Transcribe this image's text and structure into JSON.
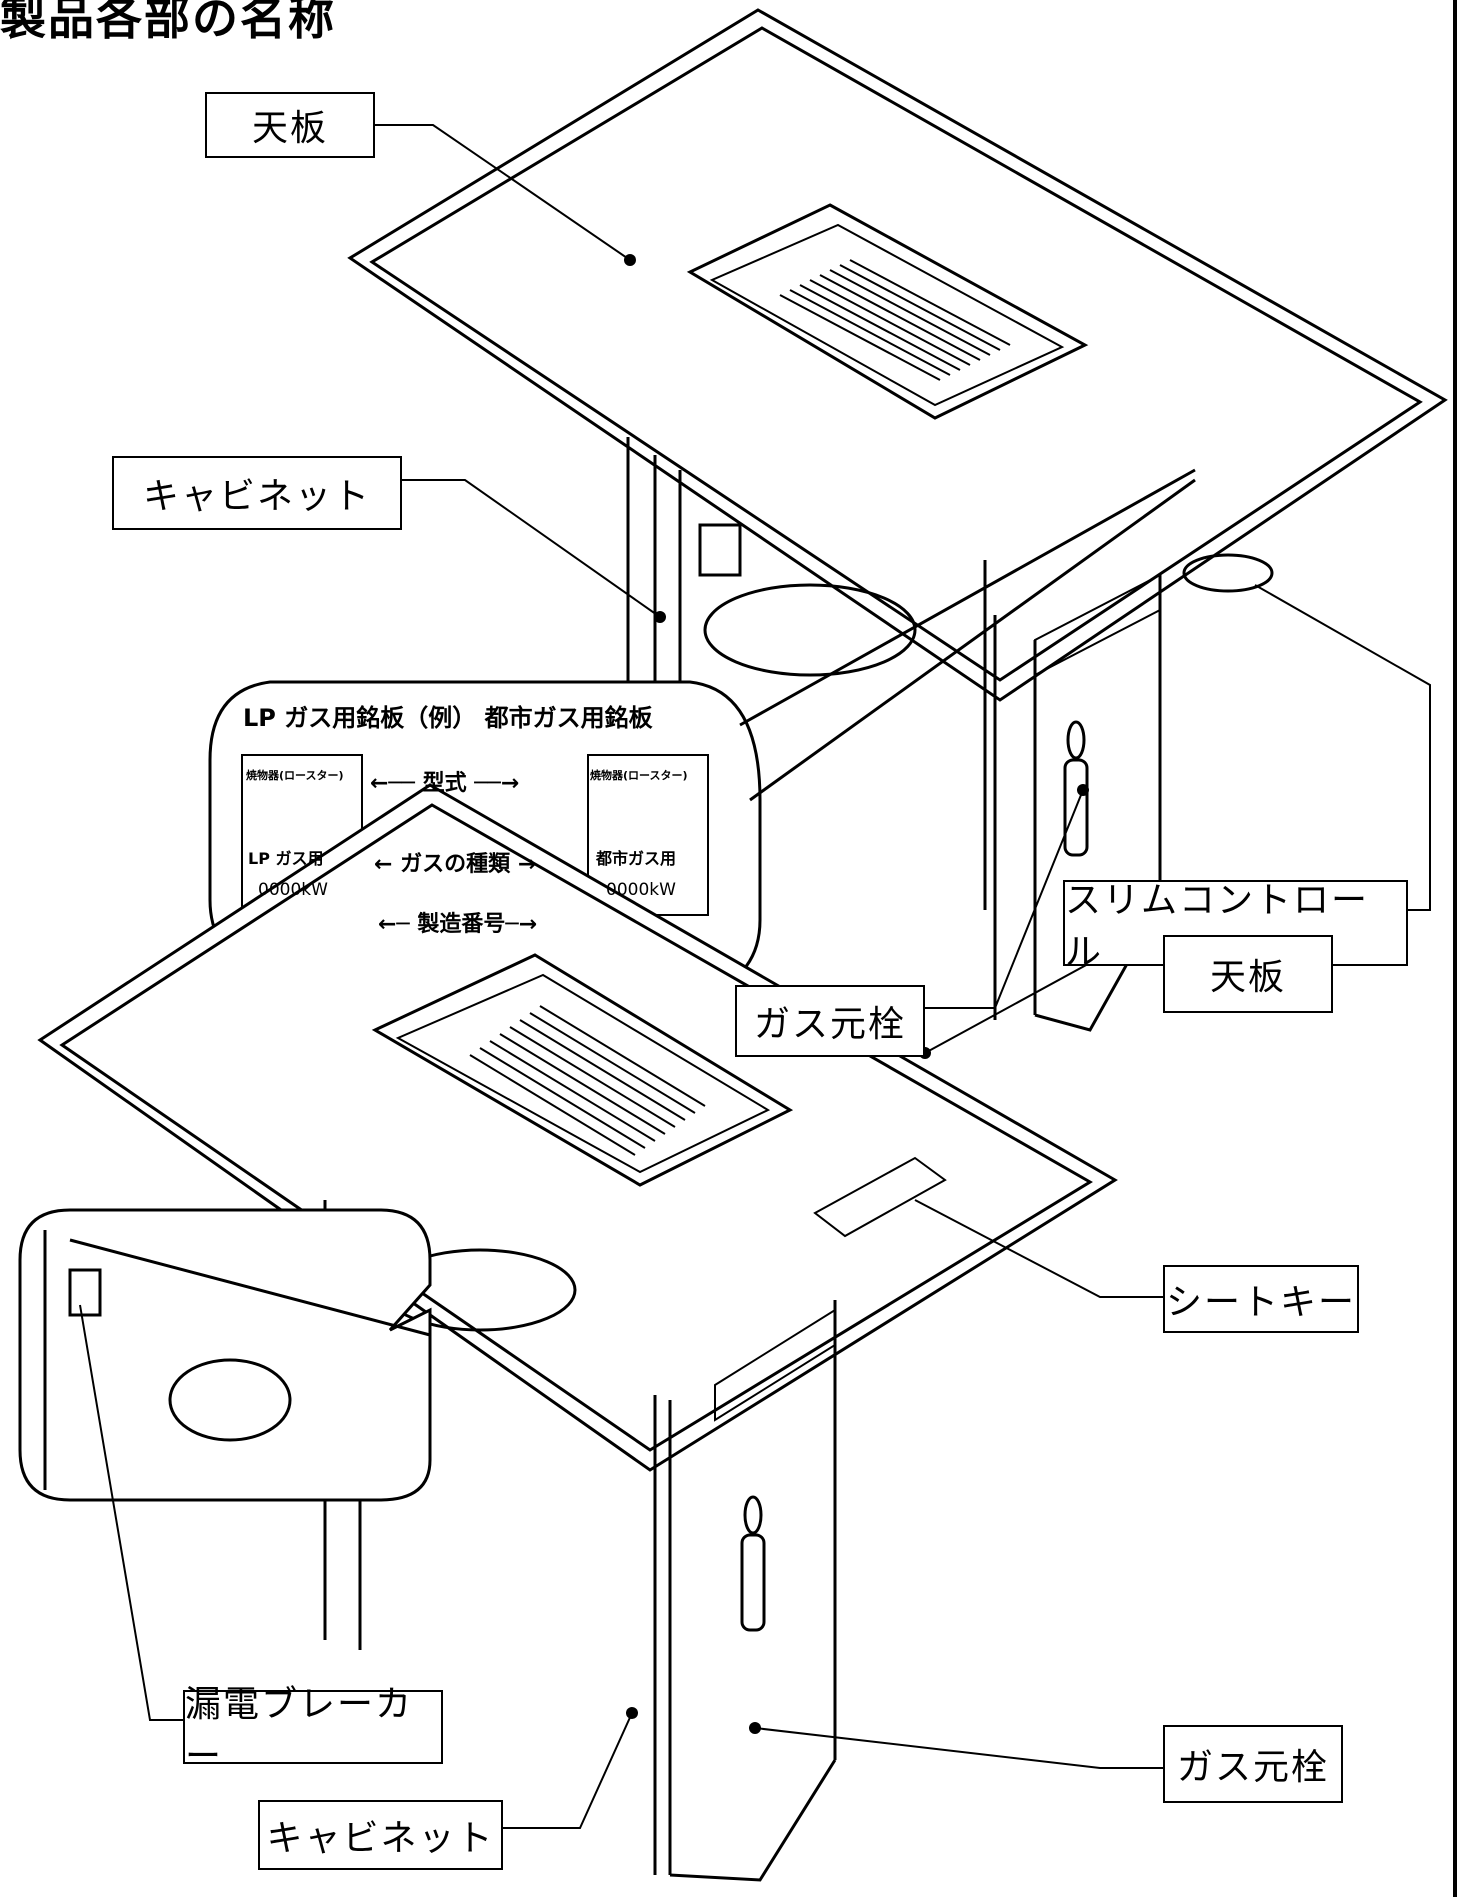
{
  "page": {
    "title": "製品各部の名称"
  },
  "labels": {
    "top_panel_upper": "天板",
    "cabinet_upper": "キャビネット",
    "slim_control": "スリムコントロール",
    "gas_valve_upper": "ガス元栓",
    "top_panel_lower": "天板",
    "sheet_key": "シートキー",
    "leak_breaker": "漏電ブレーカー",
    "cabinet_lower": "キャビネット",
    "gas_valve_lower": "ガス元栓"
  },
  "nameplate": {
    "heading": "LP ガス用銘板（例） 都市ガス用銘板",
    "lp": {
      "model": "焼物器(ロースター)",
      "gas_type": "LP ガス用",
      "output": "0000kW"
    },
    "city": {
      "model": "焼物器(ロースター)",
      "gas_type": "都市ガス用",
      "output": "0000kW"
    },
    "arrows": {
      "model": "型式",
      "gas_type": "ガスの種類",
      "serial": "製造番号"
    }
  }
}
